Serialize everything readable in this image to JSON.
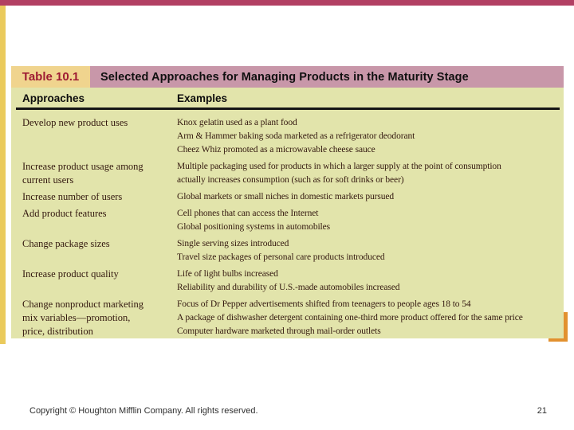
{
  "table": {
    "label": "Table 10.1",
    "title": "Selected Approaches for Managing Products in the Maturity Stage",
    "columns": [
      "Approaches",
      "Examples"
    ],
    "rows": [
      {
        "approach_lines": [
          "Develop new product uses"
        ],
        "example_lines": [
          "Knox gelatin used as a plant food",
          "Arm & Hammer baking soda marketed as a refrigerator deodorant",
          "Cheez Whiz promoted as a microwavable cheese sauce"
        ]
      },
      {
        "approach_lines": [
          "Increase product usage among",
          "current users"
        ],
        "example_lines": [
          "Multiple packaging used for products in which a larger supply at the point of consumption",
          "actually increases consumption (such as for soft drinks or beer)"
        ]
      },
      {
        "approach_lines": [
          "Increase number of users"
        ],
        "example_lines": [
          "Global markets or small niches in domestic markets pursued"
        ]
      },
      {
        "approach_lines": [
          "Add product features"
        ],
        "example_lines": [
          "Cell phones that can access the Internet",
          "Global positioning systems in automobiles"
        ]
      },
      {
        "approach_lines": [
          "Change package sizes"
        ],
        "example_lines": [
          "Single serving sizes introduced",
          "Travel size packages of personal care products introduced"
        ]
      },
      {
        "approach_lines": [
          "Increase product quality"
        ],
        "example_lines": [
          "Life of light bulbs increased",
          "Reliability and durability of U.S.-made automobiles increased"
        ]
      },
      {
        "approach_lines": [
          "Change nonproduct marketing",
          "mix variables—promotion,",
          "price, distribution"
        ],
        "example_lines": [
          "Focus of Dr Pepper advertisements shifted from teenagers to people ages 18 to 54",
          "A package of dishwasher detergent containing one-third more product offered for the same price",
          "Computer hardware marketed through mail-order outlets"
        ]
      }
    ]
  },
  "footer": {
    "copyright": "Copyright © Houghton Mifflin Company. All rights reserved.",
    "page_number": "21"
  },
  "colors": {
    "top_bar": "#b24063",
    "left_bar": "#eaca5c",
    "accent_square": "#e2912f",
    "band_mauve": "#c897a9",
    "tab_gold": "#f0d48e",
    "table_label_red": "#9e1c33",
    "body_bg": "#e2e4ab",
    "body_text": "#33180f"
  }
}
